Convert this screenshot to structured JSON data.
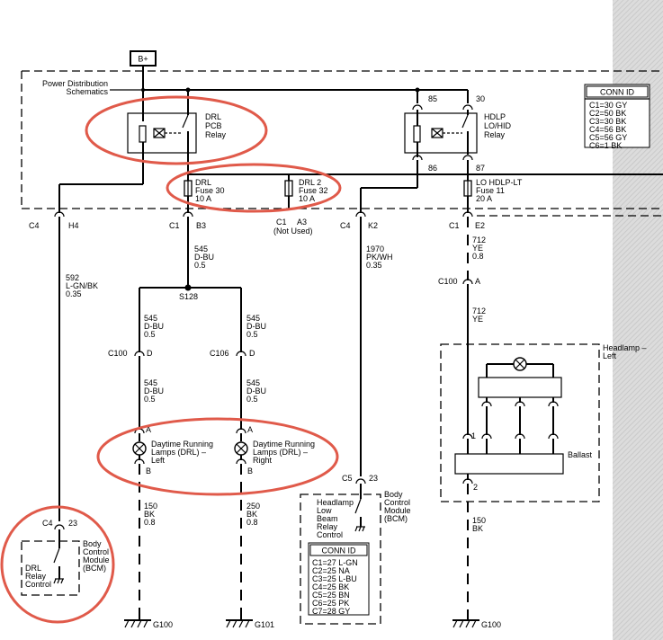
{
  "battery": "B+",
  "power_distribution": [
    "Power Distribution",
    "Schematics"
  ],
  "conn_id_fuse_block": {
    "title": "CONN ID",
    "rows": [
      "C1=30 GY",
      "C2=50 BK",
      "C3=30 BK",
      "C4=56 BK",
      "C5=56 GY",
      "C6=1 BK"
    ]
  },
  "drl_relay": [
    "DRL",
    "PCB",
    "Relay"
  ],
  "hdlp_relay": [
    "HDLP",
    "LO/HID",
    "Relay"
  ],
  "hdlp_pins": {
    "p85": "85",
    "p30": "30",
    "p86": "86",
    "p87": "87"
  },
  "fuse_drl": [
    "DRL",
    "Fuse 30",
    "10 A"
  ],
  "fuse_drl2": [
    "DRL 2",
    "Fuse 32",
    "10 A"
  ],
  "fuse_lo": [
    "LO HDLP-LT",
    "Fuse 11",
    "20 A"
  ],
  "connectors": {
    "c4_h4": [
      "C4",
      "H4"
    ],
    "c1_b3": [
      "C1",
      "B3"
    ],
    "c1_a3": [
      "C1",
      "A3"
    ],
    "not_used": "(Not Used)",
    "c4_k2": [
      "C4",
      "K2"
    ],
    "c1_e2": [
      "C1",
      "E2"
    ],
    "c100_a": [
      "C100",
      "A"
    ],
    "c100_d": [
      "C100",
      "D"
    ],
    "c106_d": [
      "C106",
      "D"
    ],
    "c5_23": [
      "C5",
      "23"
    ],
    "c4_23": [
      "C4",
      "23"
    ]
  },
  "wires": {
    "w592": [
      "592",
      "L-GN/BK",
      "0.35"
    ],
    "w545_main": [
      "545",
      "D-BU",
      "0.5"
    ],
    "w545_l1": [
      "545",
      "D-BU",
      "0.5"
    ],
    "w545_r1": [
      "545",
      "D-BU",
      "0.5"
    ],
    "w545_l2": [
      "545",
      "D-BU",
      "0.5"
    ],
    "w545_r2": [
      "545",
      "D-BU",
      "0.5"
    ],
    "w1970": [
      "1970",
      "PK/WH",
      "0.35"
    ],
    "w712_a": [
      "712",
      "YE",
      "0.8"
    ],
    "w712_b": [
      "712",
      "YE"
    ],
    "w150_l": [
      "150",
      "BK",
      "0.8"
    ],
    "w250_r": [
      "250",
      "BK",
      "0.8"
    ],
    "w150_hl": [
      "150",
      "BK"
    ]
  },
  "splice": "S128",
  "lamp_left": [
    "Daytime Running",
    "Lamps (DRL) –",
    "Left"
  ],
  "lamp_right": [
    "Daytime Running",
    "Lamps (DRL) –",
    "Right"
  ],
  "lamp_pins": {
    "a": "A",
    "b": "B"
  },
  "headlamp": [
    "Headlamp –",
    "Left"
  ],
  "ballast": "Ballast",
  "ballast_pins": {
    "p1": "1",
    "p2": "2"
  },
  "bcm_headlamp": [
    "Headlamp",
    "Low",
    "Beam",
    "Relay",
    "Control"
  ],
  "bcm_label": [
    "Body",
    "Control",
    "Module",
    "(BCM)"
  ],
  "conn_id_bcm": {
    "title": "CONN ID",
    "rows": [
      "C1=27 L-GN",
      "C2=25 NA",
      "C3=25 L-BU",
      "C4=25 BK",
      "C5=25 BN",
      "C6=25 PK",
      "C7=28 GY"
    ]
  },
  "bcm_drl": [
    "DRL",
    "Relay",
    "Control"
  ],
  "grounds": {
    "g100": "G100",
    "g101": "G101",
    "g100b": "G100"
  }
}
